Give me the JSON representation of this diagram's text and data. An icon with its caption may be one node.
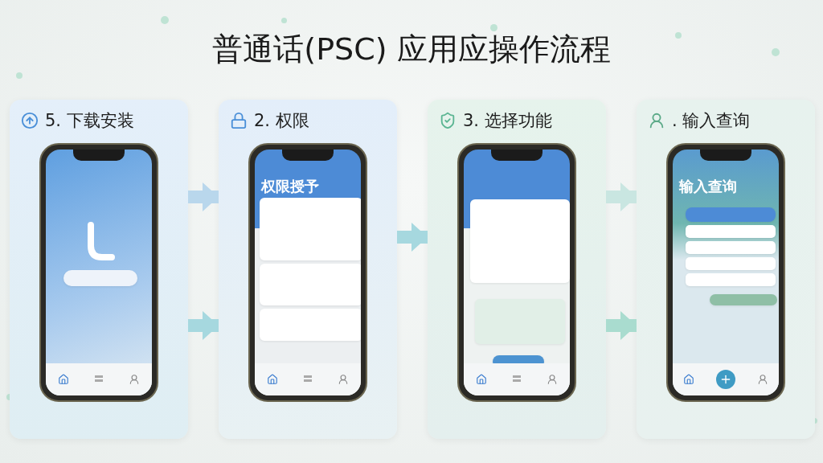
{
  "diagram": {
    "title": "普通话(PSC)  应用应操作流程",
    "nodes": [
      {
        "text": [
          "5. 下载安装"
        ]
      },
      {
        "text": [
          "2. 权限"
        ]
      },
      {
        "text": [
          "3. 选择功能"
        ]
      },
      {
        "text": [
          ". 输入查询"
        ]
      }
    ],
    "edges": [
      {
        "from": 0,
        "to": 1,
        "arrow": "to"
      },
      {
        "from": 0,
        "to": 1,
        "arrow": "to"
      },
      {
        "from": 1,
        "to": 2,
        "arrow": "to"
      },
      {
        "from": 2,
        "to": 3,
        "arrow": "to"
      },
      {
        "from": 2,
        "to": 3,
        "arrow": "to"
      }
    ],
    "labels": [
      "权限授予",
      "输入查询"
    ]
  }
}
